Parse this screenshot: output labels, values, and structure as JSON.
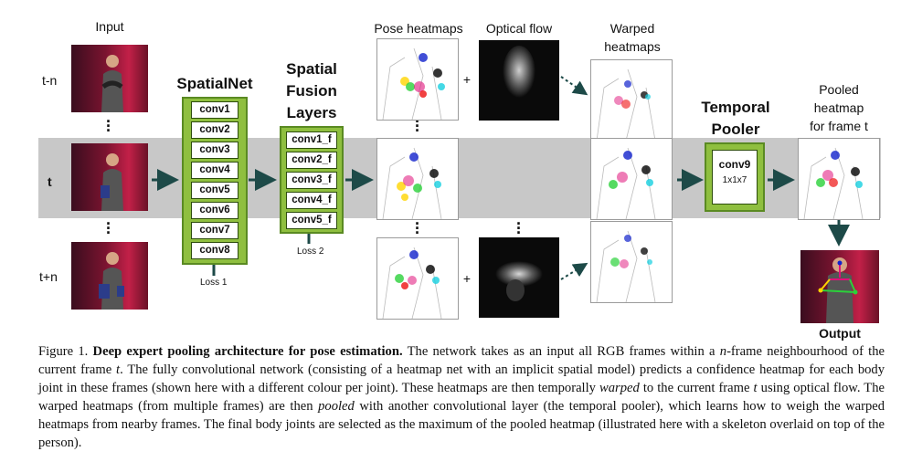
{
  "labels": {
    "input": "Input",
    "pose_heatmaps": "Pose heatmaps",
    "optical_flow": "Optical flow",
    "warped_heatmaps_1": "Warped",
    "warped_heatmaps_2": "heatmaps",
    "pooled_1": "Pooled",
    "pooled_2": "heatmap",
    "pooled_3": "for frame t",
    "output": "Output",
    "row_top": "t-n",
    "row_mid": "t",
    "row_bot": "t+n",
    "plus": "+"
  },
  "spatialnet": {
    "title": "SpatialNet",
    "layers": [
      "conv1",
      "conv2",
      "conv3",
      "conv4",
      "conv5",
      "conv6",
      "conv7",
      "conv8"
    ],
    "loss": "Loss 1"
  },
  "fusion": {
    "title_1": "Spatial",
    "title_2": "Fusion",
    "title_3": "Layers",
    "layers": [
      "conv1_f",
      "conv2_f",
      "conv3_f",
      "conv4_f",
      "conv5_f"
    ],
    "loss": "Loss 2"
  },
  "pooler": {
    "title_1": "Temporal",
    "title_2": "Pooler",
    "layer": "conv9",
    "kernel": "1x1x7"
  },
  "caption": {
    "fig": "Figure 1.",
    "bold": "Deep expert pooling architecture for pose estimation.",
    "s1": "The network takes as an input all RGB frames within a",
    "n": "n",
    "s2": "-frame neighbourhood of the current frame",
    "t1": "t",
    "s3": ". The fully convolutional network (consisting of a heatmap net with an implicit spatial model) predicts a confidence heatmap for each body joint in these frames (shown here with a different colour per joint). These heatmaps are then temporally",
    "warped": "warped",
    "s4": "to the current frame",
    "t2": "t",
    "s5": "using optical flow. The warped heatmaps (from multiple frames) are then",
    "pooled": "pooled",
    "s6": "with another convolutional layer (the temporal pooler), which learns how to weigh the warped heatmaps from nearby frames. The final body joints are selected as the maximum of the pooled heatmap (illustrated here with a skeleton overlaid on top of the person)."
  }
}
